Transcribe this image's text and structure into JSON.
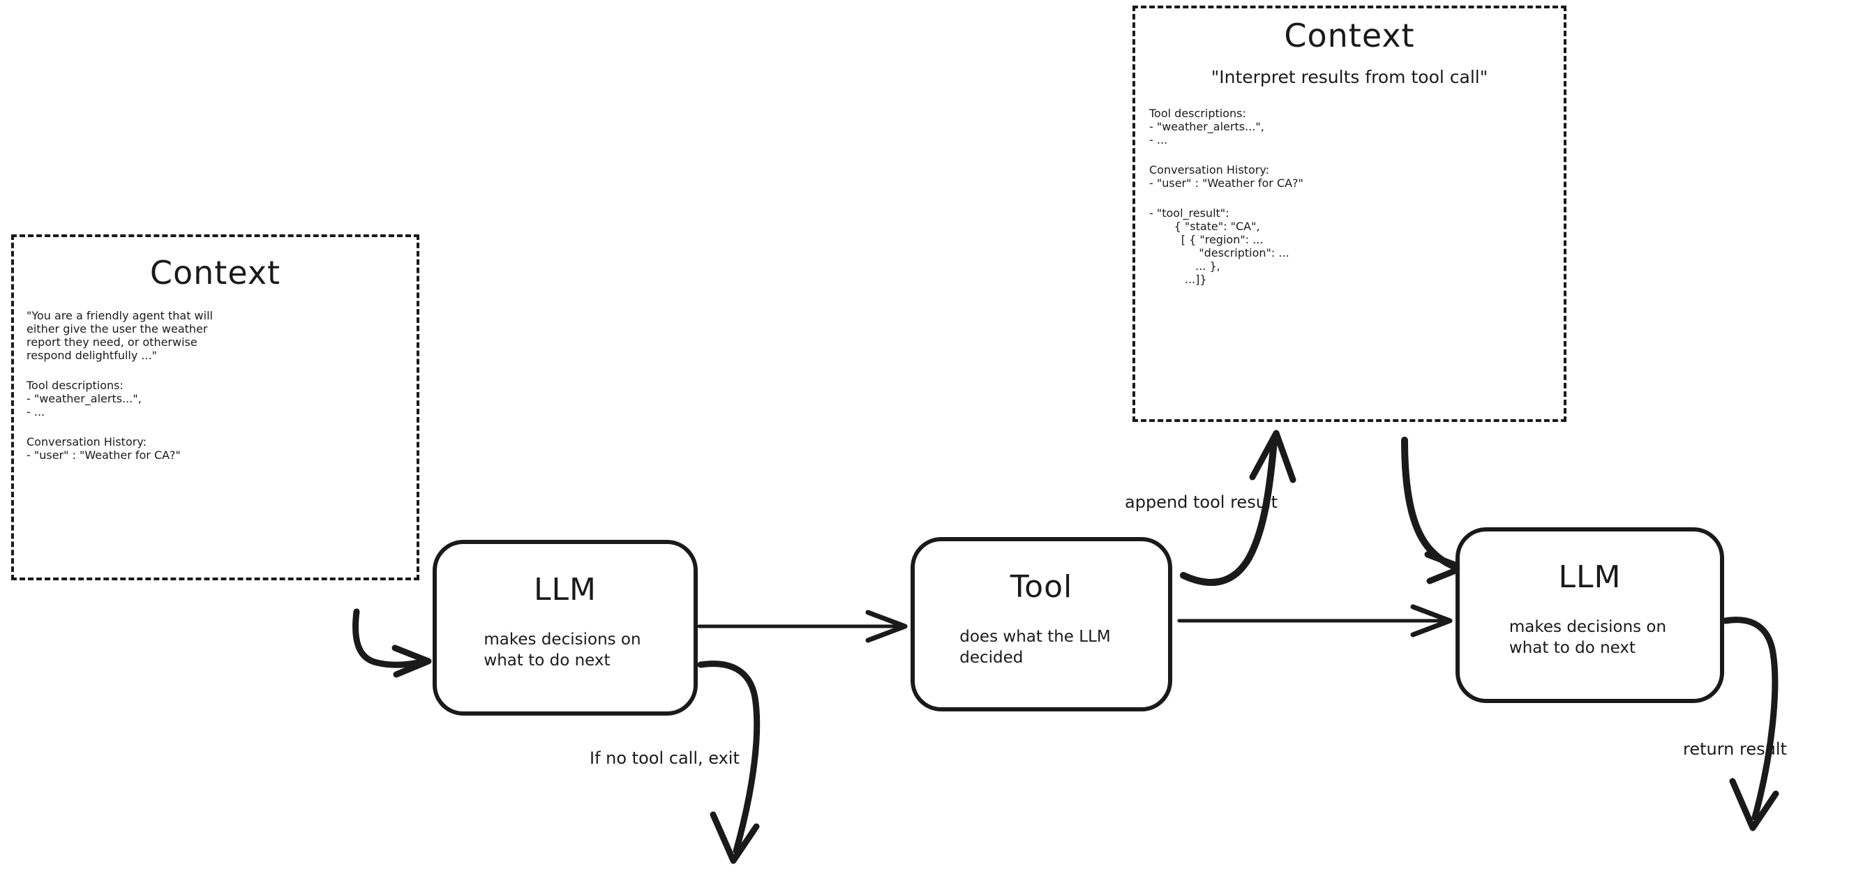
{
  "diagram": {
    "title": "agent-loop",
    "background": "#ffffff",
    "ink": "#1a1a1a"
  },
  "context_left": {
    "title": "Context",
    "paragraphs": [
      "\"You are a friendly agent that will\neither give the user the weather\nreport they need, or otherwise\nrespond delightfully ...\"",
      "Tool descriptions:\n- \"weather_alerts...\",\n- ...",
      "Conversation History:\n- \"user\" : \"Weather for CA?\""
    ]
  },
  "context_right": {
    "title": "Context",
    "subtitle": "\"Interpret results from tool call\"",
    "paragraphs": [
      "Tool descriptions:\n- \"weather_alerts...\",\n- ...",
      "Conversation History:\n- \"user\" : \"Weather for CA?\"",
      "- \"tool_result\":\n       { \"state\": \"CA\",\n         [ { \"region\": ...\n              \"description\": ...\n             ... },\n          ...]}"
    ]
  },
  "nodes": {
    "llm_first": {
      "title": "LLM",
      "subtitle": "makes decisions on\nwhat to do next"
    },
    "tool": {
      "title": "Tool",
      "subtitle": "does what the LLM\ndecided"
    },
    "llm_second": {
      "title": "LLM",
      "subtitle": "makes decisions on\nwhat to do next"
    }
  },
  "edges": {
    "append_tool_result": "append tool result",
    "if_no_tool_call_exit": "If no tool call, exit",
    "return_result": "return result"
  }
}
